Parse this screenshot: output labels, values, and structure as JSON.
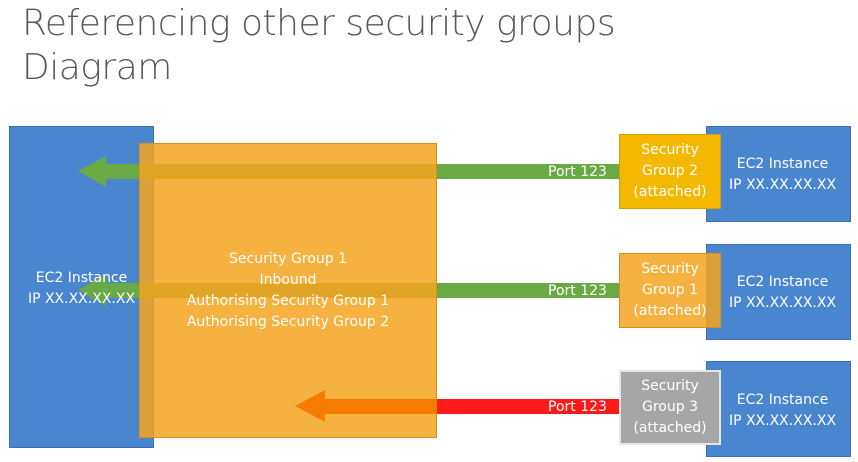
{
  "title": {
    "line1": "Referencing other security groups",
    "line2": "Diagram"
  },
  "left_instance": {
    "line1": "EC2 Instance",
    "line2": "IP XX.XX.XX.XX"
  },
  "main_sg": {
    "line1": "Security Group 1",
    "line2": "Inbound",
    "line3": "Authorising Security Group 1",
    "line4": "Authorising Security Group 2"
  },
  "rows": [
    {
      "port": "Port 123",
      "sg_line1": "Security",
      "sg_line2": "Group 2",
      "sg_line3": "(attached)",
      "instance_line1": "EC2 Instance",
      "instance_line2": "IP XX.XX.XX.XX",
      "arrow_color": "#6aaa45",
      "sg_color": "#f5b800"
    },
    {
      "port": "Port 123",
      "sg_line1": "Security",
      "sg_line2": "Group 1",
      "sg_line3": "(attached)",
      "instance_line1": "EC2 Instance",
      "instance_line2": "IP XX.XX.XX.XX",
      "arrow_color": "#6aaa45",
      "sg_color": "#f5a420"
    },
    {
      "port": "Port 123",
      "sg_line1": "Security",
      "sg_line2": "Group 3",
      "sg_line3": "(attached)",
      "instance_line1": "EC2 Instance",
      "instance_line2": "IP XX.XX.XX.XX",
      "arrow_color": "#ff1a1a",
      "sg_color": "#a6a6a6"
    }
  ],
  "colors": {
    "instance_blue": "#4a86cf",
    "main_sg_orange": "#f5a420"
  }
}
